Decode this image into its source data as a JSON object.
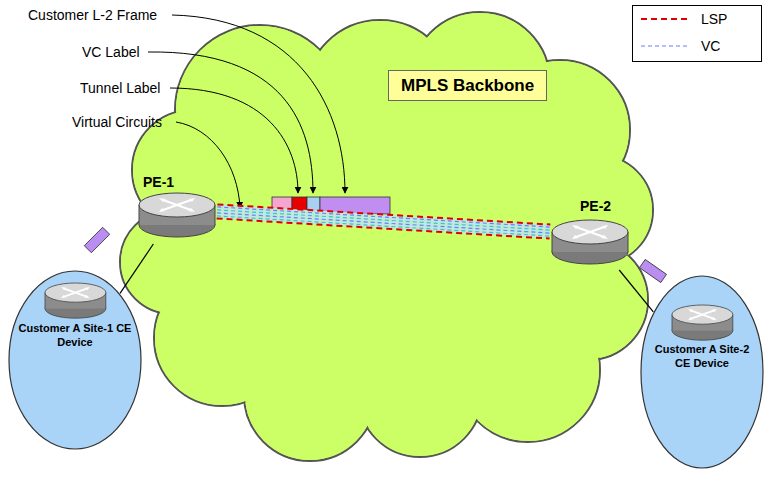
{
  "diagram": {
    "nodes": [
      {
        "text": [
          "MPLS Backbone"
        ]
      },
      {
        "text": [
          "PE-1"
        ]
      },
      {
        "text": [
          "PE-2"
        ]
      },
      {
        "text": [
          "Customer A Site-1 CE Device"
        ]
      },
      {
        "text": [
          "Customer A Site-2 CE Device"
        ]
      }
    ],
    "edges": [
      {
        "from": 1,
        "to": 2,
        "arrow": "none"
      },
      {
        "from": 3,
        "to": 1,
        "arrow": "none"
      },
      {
        "from": 2,
        "to": 4,
        "arrow": "none"
      }
    ],
    "labels": [
      "Customer L-2 Frame",
      "VC Label",
      "Tunnel Label",
      "Virtual Circuits"
    ],
    "legend": [
      {
        "text": "LSP"
      },
      {
        "text": "VC"
      }
    ]
  }
}
